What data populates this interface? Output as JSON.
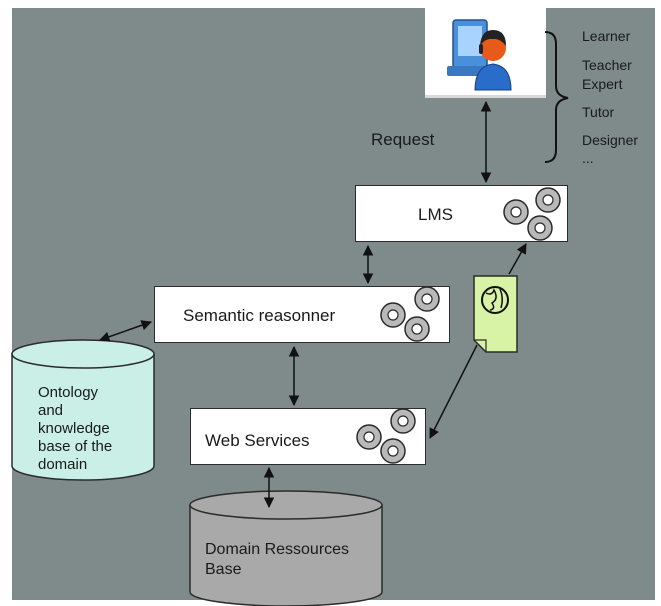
{
  "roles": [
    "Learner",
    "Teacher",
    "Expert",
    "Tutor",
    "Designer",
    "..."
  ],
  "request_label": "Request",
  "lms_label": "LMS",
  "reasoner_label": "Semantic reasonner",
  "webservices_label": "Web Services",
  "ontology_lines": [
    "Ontology",
    "and",
    "knowledge",
    "base  of the",
    "domain"
  ],
  "resources_lines": [
    "Domain Ressources",
    "Base"
  ],
  "colors": {
    "background": "#7f8a8a",
    "ontology_cylinder": "#c9efe6",
    "resources_cylinder": "#a9a9a9",
    "document": "#d8f2a6",
    "gear": "#b9b9b9"
  },
  "icons": [
    "user-computer-icon",
    "gear-icon",
    "globe-document-icon"
  ]
}
